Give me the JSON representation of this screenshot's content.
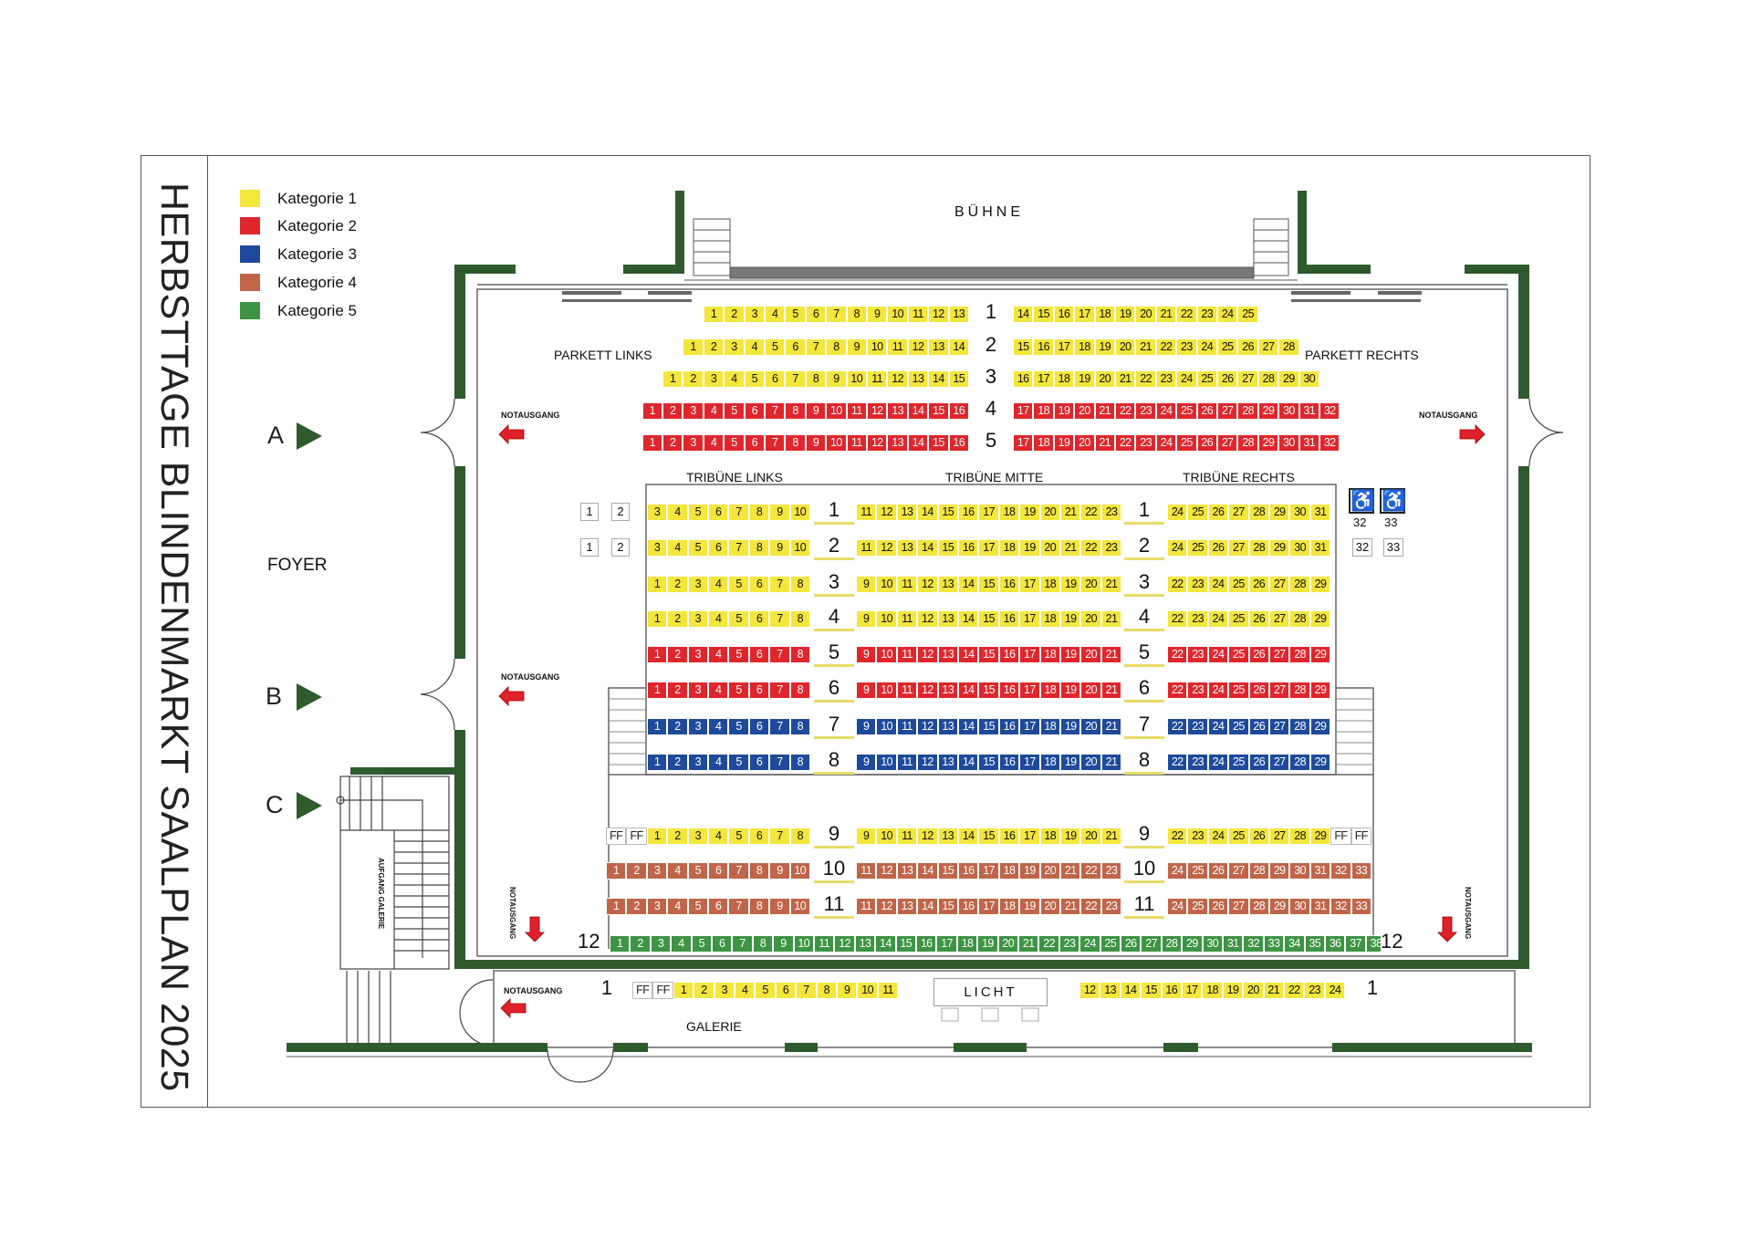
{
  "title": "HERBSTTAGE BLINDENMARKT SAALPLAN 2025",
  "colors": {
    "cat1": "#f3e63c",
    "cat2": "#e0262d",
    "cat3": "#1f4a9b",
    "cat4": "#c0654a",
    "cat5": "#3e9444",
    "wall": "#2e5a2e",
    "arrow": "#e0202a"
  },
  "legend": [
    {
      "label": "Kategorie 1",
      "cat": 1
    },
    {
      "label": "Kategorie 2",
      "cat": 2
    },
    {
      "label": "Kategorie 3",
      "cat": 3
    },
    {
      "label": "Kategorie 4",
      "cat": 4
    },
    {
      "label": "Kategorie 5",
      "cat": 5
    }
  ],
  "labels": {
    "stage": "BÜHNE",
    "parkett_links": "PARKETT LINKS",
    "parkett_rechts": "PARKETT RECHTS",
    "tribune_links": "TRIBÜNE LINKS",
    "tribune_mitte": "TRIBÜNE MITTE",
    "tribune_rechts": "TRIBÜNE RECHTS",
    "foyer": "FOYER",
    "galerie": "GALERIE",
    "licht": "LICHT",
    "aufgang": "AUFGANG GALERIE",
    "notausgang": "NOTAUSGANG",
    "entrance_a": "A",
    "entrance_b": "B",
    "entrance_c": "C"
  },
  "parkett": [
    {
      "row": "1",
      "left": {
        "cat": 1,
        "from": 1,
        "to": 13
      },
      "right": {
        "cat": 1,
        "from": 14,
        "to": 25
      }
    },
    {
      "row": "2",
      "left": {
        "cat": 1,
        "from": 1,
        "to": 14
      },
      "right": {
        "cat": 1,
        "from": 15,
        "to": 28
      }
    },
    {
      "row": "3",
      "left": {
        "cat": 1,
        "from": 1,
        "to": 15
      },
      "right": {
        "cat": 1,
        "from": 16,
        "to": 30
      }
    },
    {
      "row": "4",
      "left": {
        "cat": 2,
        "from": 1,
        "to": 16
      },
      "right": {
        "cat": 2,
        "from": 17,
        "to": 32
      }
    },
    {
      "row": "5",
      "left": {
        "cat": 2,
        "from": 1,
        "to": 16
      },
      "right": {
        "cat": 2,
        "from": 17,
        "to": 32
      }
    }
  ],
  "tribune": [
    {
      "row": "1",
      "left": {
        "cat": 1,
        "from": 3,
        "to": 10
      },
      "mid": {
        "cat": 1,
        "from": 11,
        "to": 23
      },
      "right": {
        "cat": 1,
        "from": 24,
        "to": 31
      },
      "extra_left": [
        "1",
        "2"
      ],
      "extra_right": [
        "32",
        "33"
      ],
      "wheelchair": true
    },
    {
      "row": "2",
      "left": {
        "cat": 1,
        "from": 3,
        "to": 10
      },
      "mid": {
        "cat": 1,
        "from": 11,
        "to": 23
      },
      "right": {
        "cat": 1,
        "from": 24,
        "to": 31
      },
      "extra_left": [
        "1",
        "2"
      ],
      "extra_right": [
        "32",
        "33"
      ]
    },
    {
      "row": "3",
      "left": {
        "cat": 1,
        "from": 1,
        "to": 8
      },
      "mid": {
        "cat": 1,
        "from": 9,
        "to": 21
      },
      "right": {
        "cat": 1,
        "from": 22,
        "to": 29
      }
    },
    {
      "row": "4",
      "left": {
        "cat": 1,
        "from": 1,
        "to": 8
      },
      "mid": {
        "cat": 1,
        "from": 9,
        "to": 21
      },
      "right": {
        "cat": 1,
        "from": 22,
        "to": 29
      }
    },
    {
      "row": "5",
      "left": {
        "cat": 2,
        "from": 1,
        "to": 8
      },
      "mid": {
        "cat": 2,
        "from": 9,
        "to": 21
      },
      "right": {
        "cat": 2,
        "from": 22,
        "to": 29
      }
    },
    {
      "row": "6",
      "left": {
        "cat": 2,
        "from": 1,
        "to": 8
      },
      "mid": {
        "cat": 2,
        "from": 9,
        "to": 21
      },
      "right": {
        "cat": 2,
        "from": 22,
        "to": 29
      }
    },
    {
      "row": "7",
      "left": {
        "cat": 3,
        "from": 1,
        "to": 8
      },
      "mid": {
        "cat": 3,
        "from": 9,
        "to": 21
      },
      "right": {
        "cat": 3,
        "from": 22,
        "to": 29
      }
    },
    {
      "row": "8",
      "left": {
        "cat": 3,
        "from": 1,
        "to": 8
      },
      "mid": {
        "cat": 3,
        "from": 9,
        "to": 21
      },
      "right": {
        "cat": 3,
        "from": 22,
        "to": 29
      }
    },
    {
      "row": "9",
      "left": {
        "cat": 1,
        "from": 1,
        "to": 8,
        "pre": [
          "FF",
          "FF"
        ]
      },
      "mid": {
        "cat": 1,
        "from": 9,
        "to": 21
      },
      "right": {
        "cat": 1,
        "from": 22,
        "to": 29,
        "post": [
          "FF",
          "FF"
        ]
      }
    },
    {
      "row": "10",
      "left": {
        "cat": 4,
        "from": 1,
        "to": 10
      },
      "mid": {
        "cat": 4,
        "from": 11,
        "to": 23
      },
      "right": {
        "cat": 4,
        "from": 24,
        "to": 33
      }
    },
    {
      "row": "11",
      "left": {
        "cat": 4,
        "from": 1,
        "to": 10
      },
      "mid": {
        "cat": 4,
        "from": 11,
        "to": 23
      },
      "right": {
        "cat": 4,
        "from": 24,
        "to": 33
      }
    }
  ],
  "row12": {
    "row": "12",
    "block": {
      "cat": 5,
      "from": 1,
      "to": 38
    }
  },
  "galerie_row": {
    "row": "1",
    "left": {
      "cat": 1,
      "from": 1,
      "to": 11,
      "pre": [
        "FF",
        "FF"
      ]
    },
    "right": {
      "cat": 1,
      "from": 12,
      "to": 24
    }
  }
}
